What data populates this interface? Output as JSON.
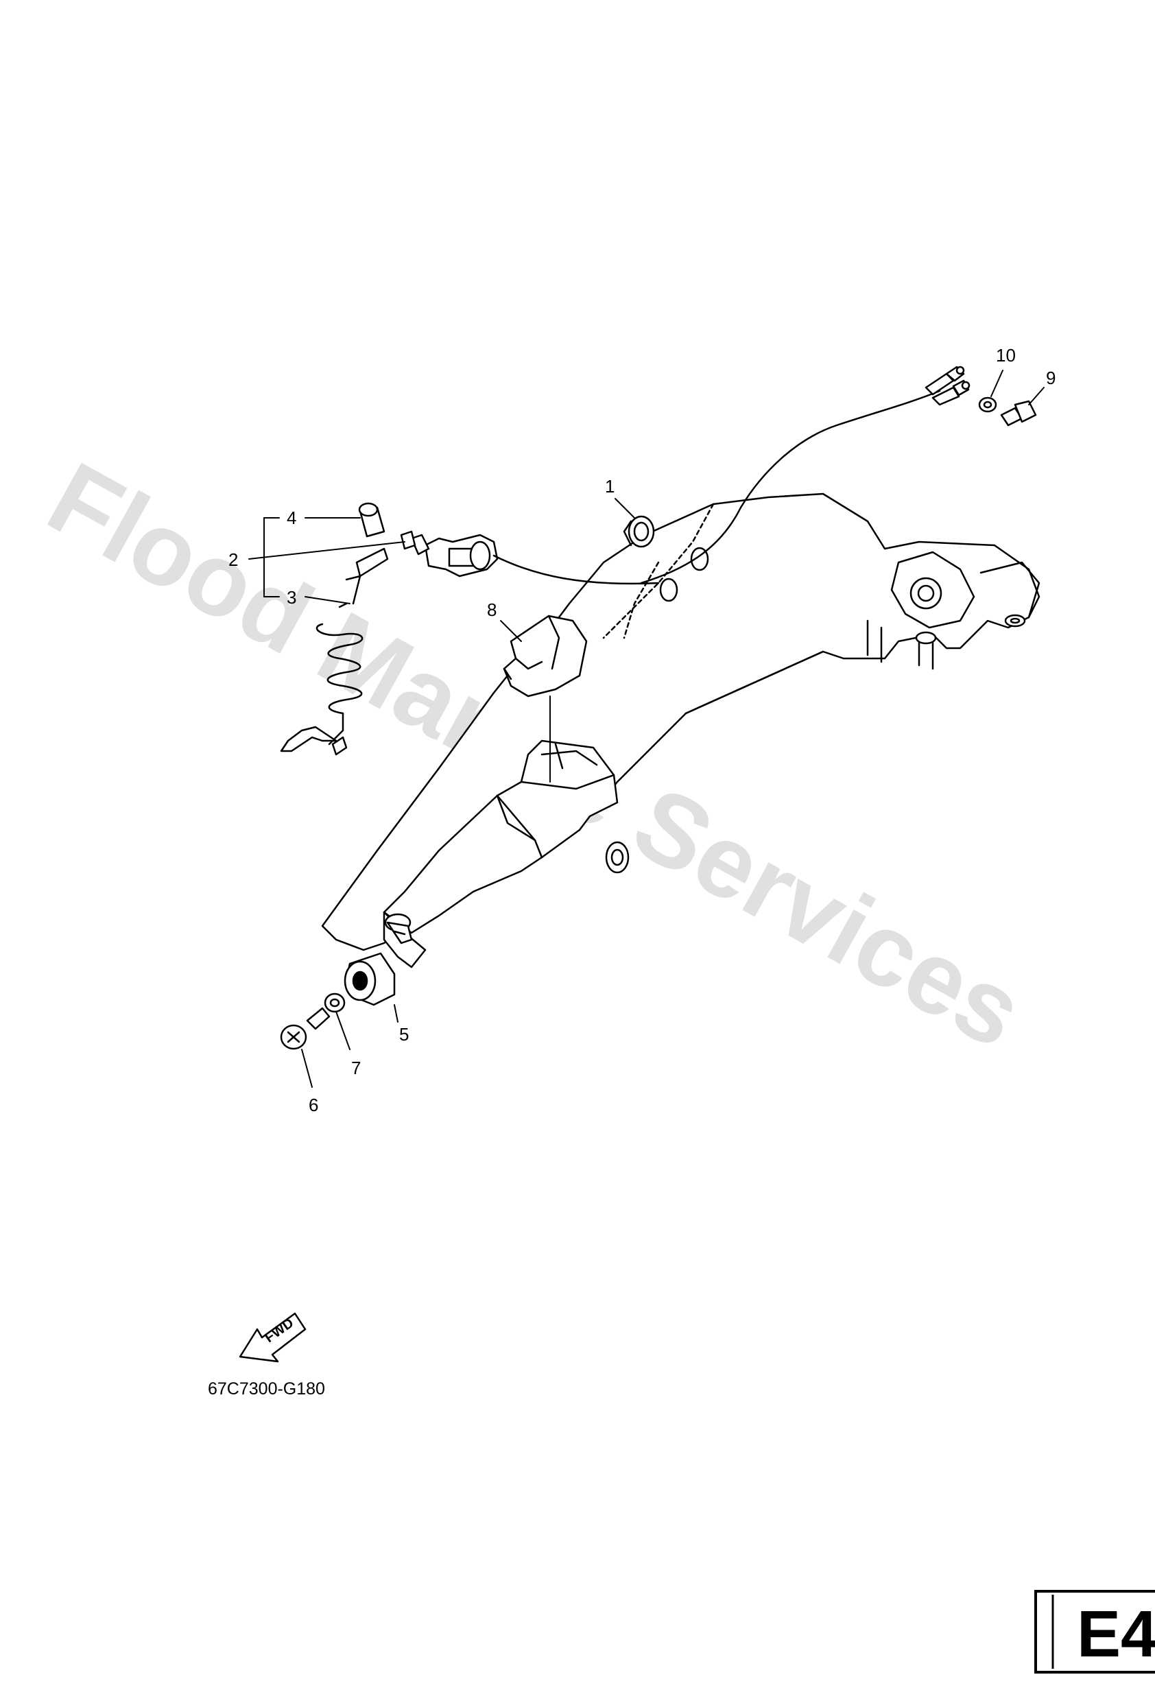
{
  "callouts": [
    {
      "id": "1",
      "label": "1"
    },
    {
      "id": "2",
      "label": "2"
    },
    {
      "id": "3",
      "label": "3"
    },
    {
      "id": "4",
      "label": "4"
    },
    {
      "id": "5",
      "label": "5"
    },
    {
      "id": "6",
      "label": "6"
    },
    {
      "id": "7",
      "label": "7"
    },
    {
      "id": "8",
      "label": "8"
    },
    {
      "id": "9",
      "label": "9"
    },
    {
      "id": "10",
      "label": "10"
    }
  ],
  "watermark": "Flood Marine Services",
  "fwd_label": "FWD",
  "catalog_code": "67C7300-G180",
  "page_code": "E4",
  "icons": {
    "fwd_arrow": "fwd-arrow-icon"
  }
}
